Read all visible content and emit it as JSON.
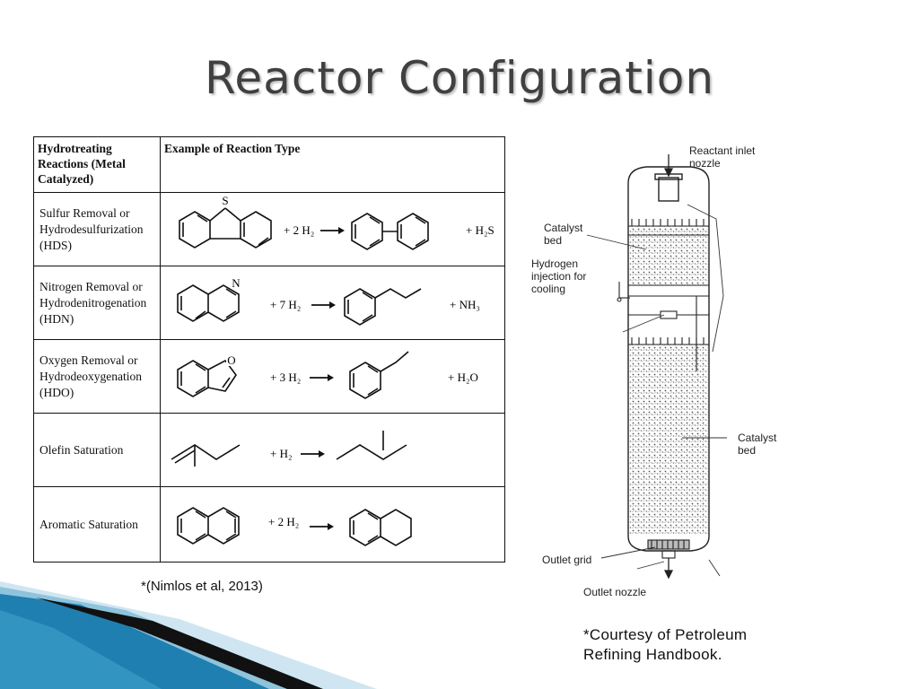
{
  "slide": {
    "title": "Reactor Configuration"
  },
  "table": {
    "headers": [
      "Hydrotreating Reactions (Metal Catalyzed)",
      "Example of Reaction Type"
    ],
    "rows": [
      {
        "reaction": "Sulfur Removal or Hydrodesulfurization (HDS)",
        "reagent": "+ 2 H₂",
        "byproduct": "+ H₂S",
        "heteroatom": "S"
      },
      {
        "reaction": "Nitrogen Removal or Hydrodenitrogenation (HDN)",
        "reagent": "+ 7 H₂",
        "byproduct": "+ NH₃",
        "heteroatom": "N"
      },
      {
        "reaction": "Oxygen Removal or Hydrodeoxygenation (HDO)",
        "reagent": "+ 3 H₂",
        "byproduct": "+ H₂O",
        "heteroatom": "O"
      },
      {
        "reaction": "Olefin Saturation",
        "reagent": "+ H₂",
        "byproduct": ""
      },
      {
        "reaction": "Aromatic Saturation",
        "reagent": "+ 2 H₂",
        "byproduct": ""
      }
    ]
  },
  "citations": {
    "table_source": "*(Nimlos et al, 2013)",
    "diagram_source_line1": "*Courtesy of Petroleum",
    "diagram_source_line2": "Refining Handbook."
  },
  "reactor_diagram": {
    "labels": {
      "reactant_inlet_1": "Reactant inlet",
      "reactant_inlet_2": "nozzle",
      "catalyst_bed_top_1": "Catalyst",
      "catalyst_bed_top_2": "bed",
      "hydrogen_1": "Hydrogen",
      "hydrogen_2": "injection for",
      "hydrogen_3": "cooling",
      "catalyst_bed_bottom_1": "Catalyst",
      "catalyst_bed_bottom_2": "bed",
      "outlet_grid": "Outlet grid",
      "outlet_nozzle": "Outlet nozzle"
    }
  },
  "colors": {
    "title": "#404040",
    "deco_blue": "#1f7fb0",
    "deco_light": "#cfe6f2"
  }
}
